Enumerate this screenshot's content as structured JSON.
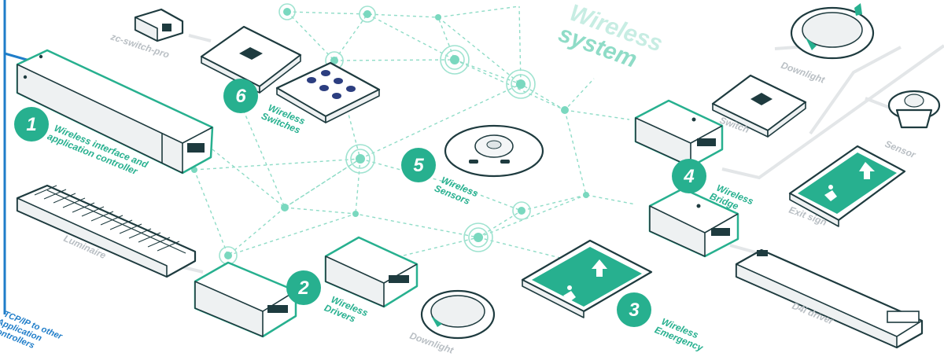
{
  "title": {
    "line1": "Wireless",
    "line2": "system"
  },
  "components": [
    {
      "number": "1",
      "line1": "Wireless interface and",
      "line2": "application controller"
    },
    {
      "number": "2",
      "line1": "Wireless",
      "line2": "Drivers"
    },
    {
      "number": "3",
      "line1": "Wireless",
      "line2": "Emergency"
    },
    {
      "number": "4",
      "line1": "Wireless",
      "line2": "Bridge"
    },
    {
      "number": "5",
      "line1": "Wireless",
      "line2": "Sensors"
    },
    {
      "number": "6",
      "line1": "Wireless",
      "line2": "Switches"
    }
  ],
  "device_labels": {
    "zc_switch_pro": "zc-switch-pro",
    "luminaire": "Luminaire",
    "downlight_bottom": "Downlight",
    "downlight_top": "Downlight",
    "switch": "Switch",
    "sensor": "Sensor",
    "exit_sign": "Exit sign",
    "d4i_driver": "D4i driver"
  },
  "tcp_note": {
    "line1": "TCP/IP to other",
    "line2": "Application",
    "line3": "Controllers"
  },
  "colors": {
    "accent": "#27b08f",
    "mesh": "#8fdcc7",
    "outline": "#1e3b3f",
    "network_line": "#1f7dc9",
    "grey_label": "#b9bfc4"
  }
}
